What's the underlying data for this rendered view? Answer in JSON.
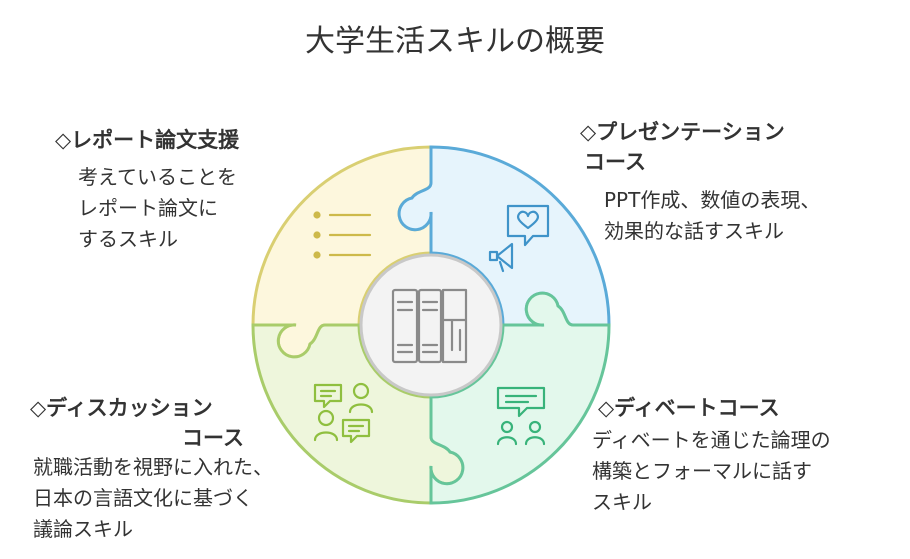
{
  "title": "大学生活スキルの概要",
  "quadrants": {
    "top_left": {
      "heading": "◇レポート論文支援",
      "desc_lines": [
        "考えていることを",
        "レポート論文に",
        "するスキル"
      ]
    },
    "top_right": {
      "heading_lines": [
        "◇プレゼンテーション",
        "コース"
      ],
      "desc_lines": [
        "PPT作成、数値の表現、",
        "効果的な話すスキル"
      ]
    },
    "bottom_left": {
      "heading_lines": [
        "◇ディスカッション",
        "コース"
      ],
      "desc_lines": [
        "就職活動を視野に入れた、",
        "日本の言語文化に基づく",
        "議論スキル"
      ]
    },
    "bottom_right": {
      "heading": "◇ディベートコース",
      "desc_lines": [
        "ディベートを通じた論理の",
        "構築とフォーマルに話す",
        "スキル"
      ]
    }
  },
  "colors": {
    "top_left": {
      "fill": "#fdf7dd",
      "stroke": "#d9cf72"
    },
    "top_right": {
      "fill": "#e6f4fc",
      "stroke": "#5aaad8"
    },
    "bottom_left": {
      "fill": "#eef6dc",
      "stroke": "#a9cc6a"
    },
    "bottom_right": {
      "fill": "#e3f8ec",
      "stroke": "#66c59a"
    },
    "center": {
      "fill": "#f3f3f3",
      "stroke": "#c8c8c8"
    }
  },
  "icons": {
    "top_left": "list-icon",
    "top_right": "megaphone-heart-icon",
    "bottom_left": "discussion-icon",
    "bottom_right": "debate-icon",
    "center": "bookshelf-icon"
  }
}
